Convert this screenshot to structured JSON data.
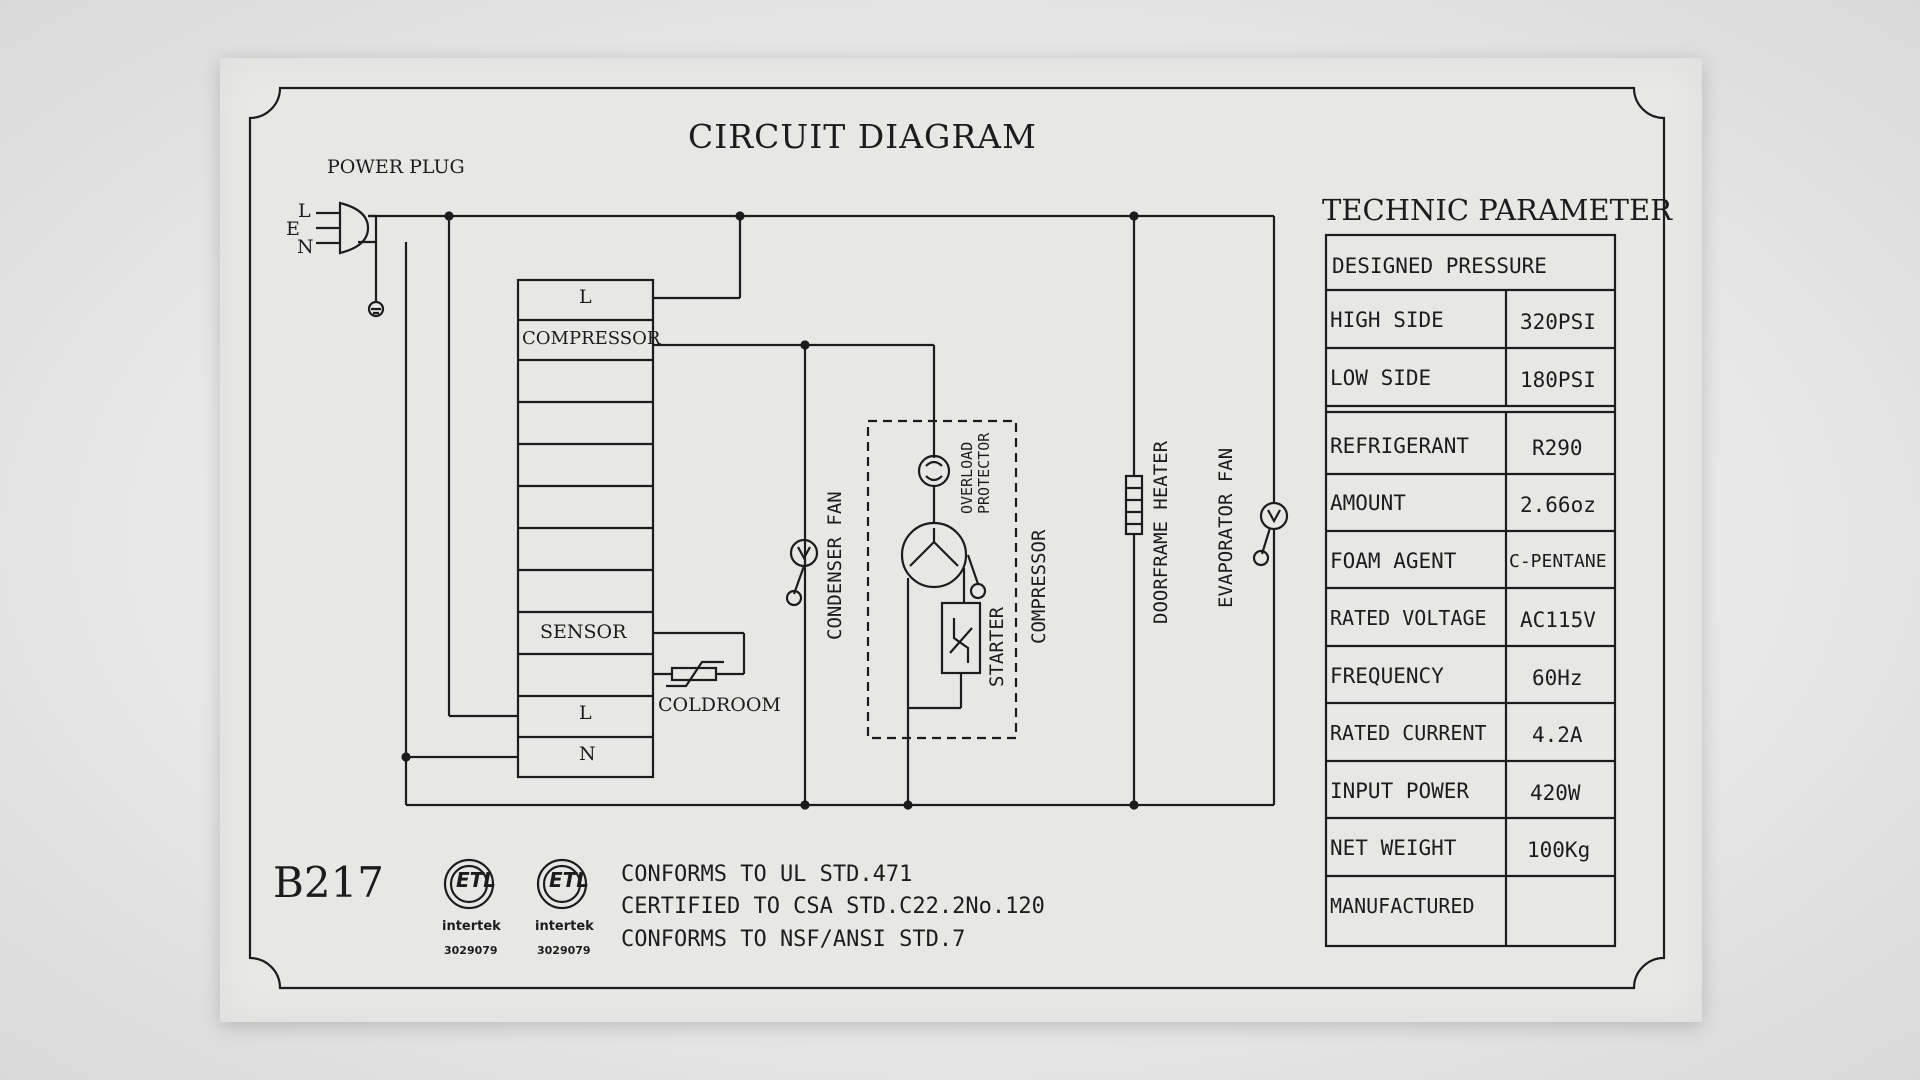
{
  "title": "CIRCUIT DIAGRAM",
  "power_plug": {
    "label": "POWER PLUG",
    "pins": [
      "L",
      "E",
      "N"
    ]
  },
  "controller": {
    "top_terminal": "L",
    "compressor": "COMPRESSOR",
    "sensor": "SENSOR",
    "bottom_l": "L",
    "bottom_n": "N"
  },
  "components": {
    "coldroom": "COLDROOM",
    "condenser_fan": "CONDENSER FAN",
    "overload_protector": "OVERLOAD PROTECTOR",
    "starter": "STARTER",
    "compressor": "COMPRESSOR",
    "doorframe_heater": "DOORFRAME HEATER",
    "evaporator_fan": "EVAPORATOR FAN"
  },
  "technic_parameter": {
    "title": "TECHNIC PARAMETER",
    "designed_pressure": "DESIGNED PRESSURE",
    "pressure_rows": [
      {
        "label": "HIGH SIDE",
        "value": "320PSI"
      },
      {
        "label": "LOW SIDE",
        "value": "180PSI"
      }
    ],
    "rows": [
      {
        "label": "REFRIGERANT",
        "value": "R290"
      },
      {
        "label": "AMOUNT",
        "value": "2.66oz"
      },
      {
        "label": "FOAM AGENT",
        "value": "C-PENTANE"
      },
      {
        "label": "RATED VOLTAGE",
        "value": "AC115V"
      },
      {
        "label": "FREQUENCY",
        "value": "60Hz"
      },
      {
        "label": "RATED CURRENT",
        "value": "4.2A"
      },
      {
        "label": "INPUT POWER",
        "value": "420W"
      },
      {
        "label": "NET WEIGHT",
        "value": "100Kg"
      },
      {
        "label": "MANUFACTURED",
        "value": ""
      }
    ]
  },
  "model": "B217",
  "certifications": {
    "logos": [
      {
        "brand": "intertek",
        "number": "3029079"
      },
      {
        "brand": "intertek",
        "number": "3029079"
      }
    ],
    "lines": [
      "CONFORMS TO UL STD.471",
      "CERTIFIED TO CSA STD.C22.2No.120",
      "CONFORMS TO NSF/ANSI STD.7"
    ]
  }
}
